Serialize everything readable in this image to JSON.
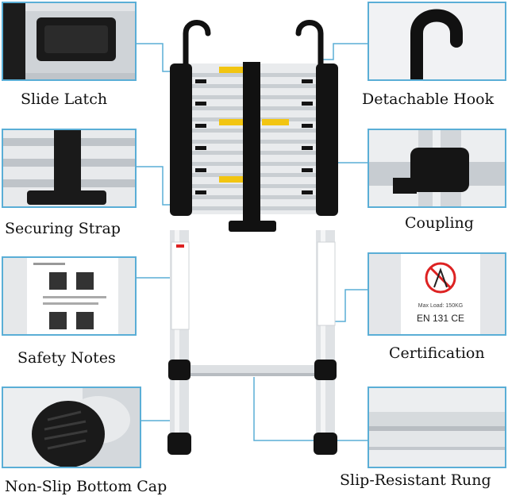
{
  "features": {
    "slide_latch": "Slide Latch",
    "detachable_hook": "Detachable Hook",
    "securing_strap": "Securing Strap",
    "coupling": "Coupling",
    "safety_notes": "Safety Notes",
    "certification": "Certification",
    "non_slip_bottom_cap": "Non-Slip Bottom Cap",
    "slip_resistant_rung": "Slip-Resistant Rung"
  },
  "certification_card": {
    "max_load": "Max Load: 150KG",
    "standard": "EN 131 CE"
  },
  "colors": {
    "accent": "#5aaed6",
    "black": "#111111",
    "aluminum": "#d9dde1"
  }
}
